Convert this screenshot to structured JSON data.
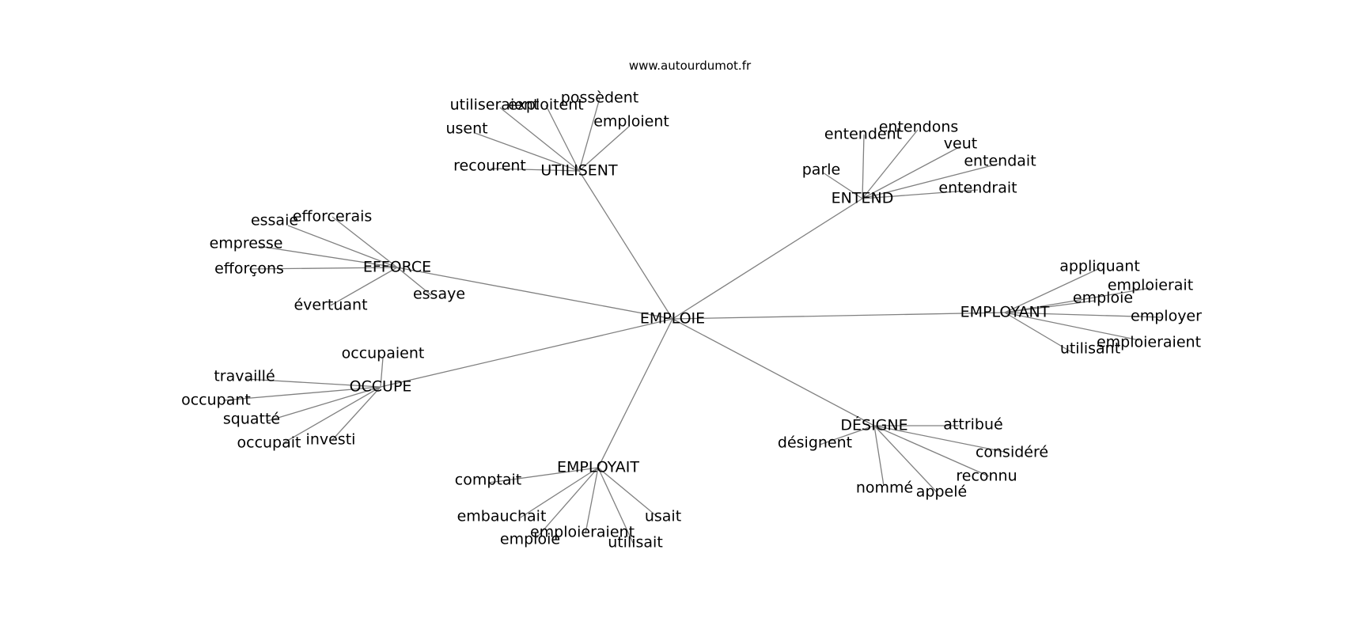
{
  "watermark": "www.autourdumot.fr",
  "graph": {
    "center": "EMPLOIE",
    "clusters": [
      {
        "hub": "UTILISENT",
        "leaves": [
          "utiliseraient",
          "exploitent",
          "possèdent",
          "emploient",
          "usent",
          "recourent"
        ]
      },
      {
        "hub": "ENTEND",
        "leaves": [
          "entendent",
          "entendons",
          "veut",
          "entendait",
          "parle",
          "entendrait"
        ]
      },
      {
        "hub": "EFFORCE",
        "leaves": [
          "efforcerais",
          "essaie",
          "empresse",
          "efforçons",
          "évertuant",
          "essaye"
        ]
      },
      {
        "hub": "EMPLOYANT",
        "leaves": [
          "appliquant",
          "emploierait",
          "emploie",
          "employer",
          "emploieraient",
          "utilisant"
        ]
      },
      {
        "hub": "OCCUPE",
        "leaves": [
          "occupaient",
          "travaillé",
          "occupant",
          "squatté",
          "occupait",
          "investi"
        ]
      },
      {
        "hub": "DÉSIGNE",
        "leaves": [
          "attribué",
          "désignent",
          "considéré",
          "reconnu",
          "nommé",
          "appelé"
        ]
      },
      {
        "hub": "EMPLOYAIT",
        "leaves": [
          "comptait",
          "embauchait",
          "usait",
          "emploieraient",
          "emploie",
          "utilisait"
        ]
      }
    ]
  }
}
